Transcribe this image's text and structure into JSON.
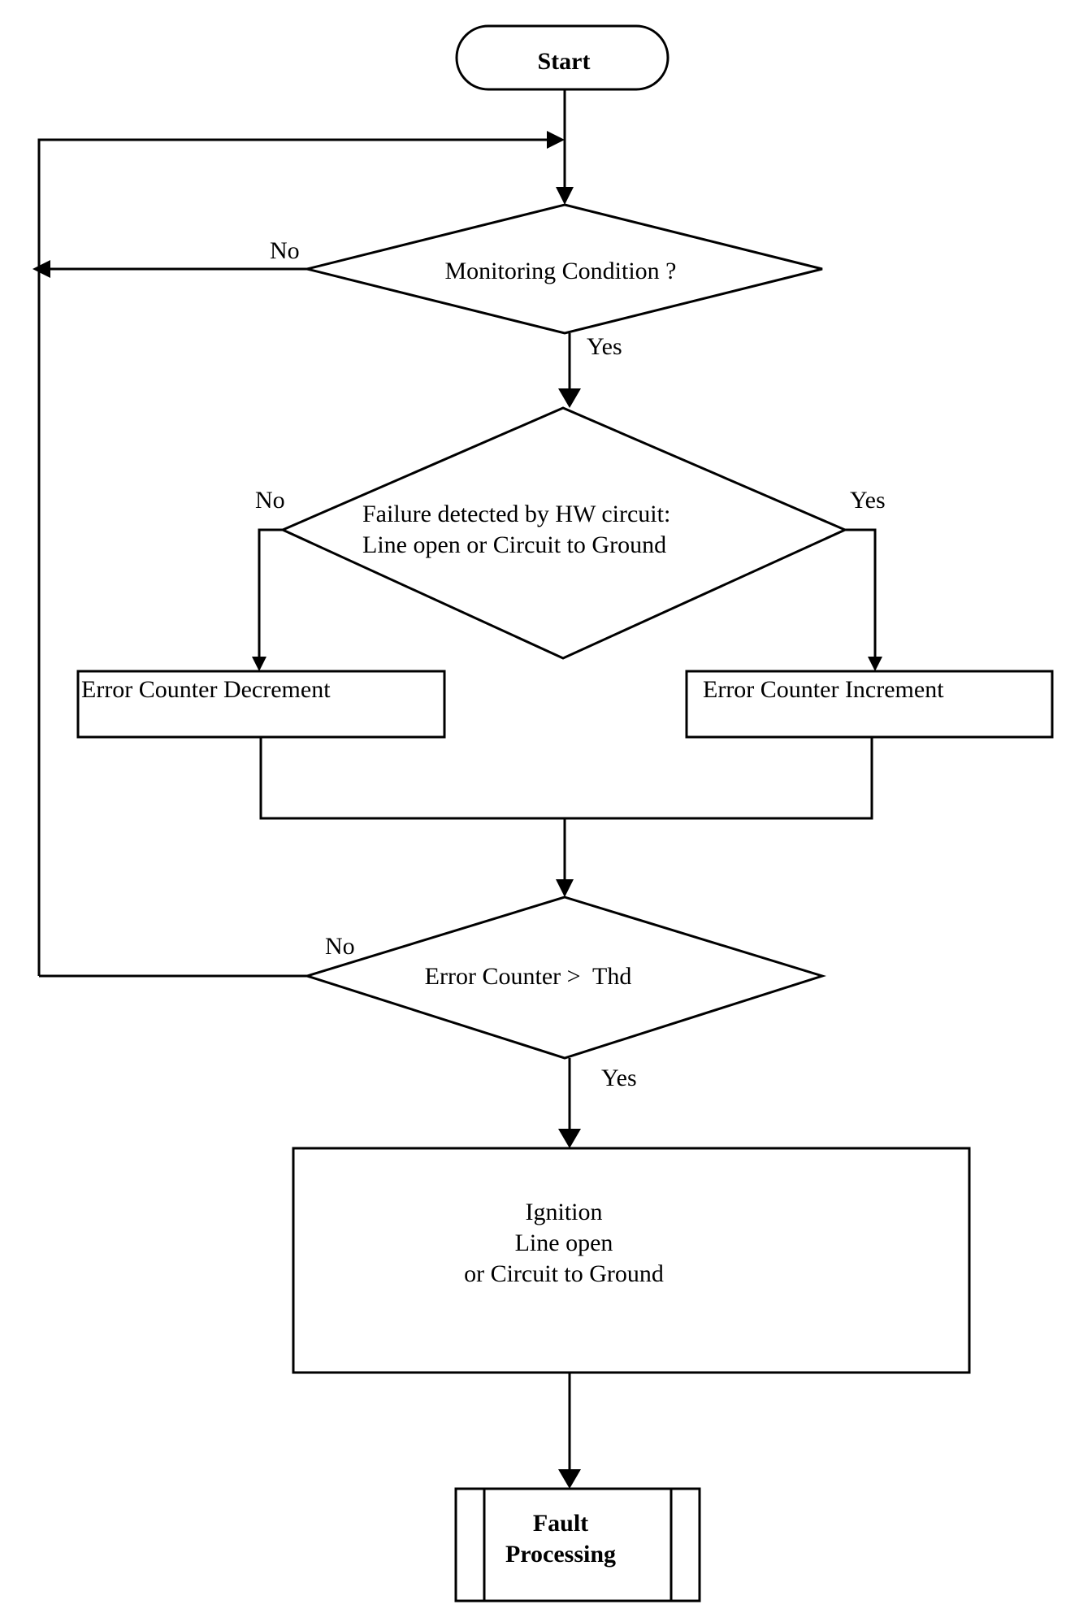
{
  "nodes": {
    "start": {
      "label": "Start"
    },
    "monitoring": {
      "label": "Monitoring Condition ?"
    },
    "failure": {
      "line1": "Failure detected by HW circuit:",
      "line2": "Line open or Circuit to Ground"
    },
    "decrement": {
      "label": "Error Counter Decrement"
    },
    "increment": {
      "label": "Error Counter Increment"
    },
    "threshold": {
      "label": "Error Counter >  Thd"
    },
    "ignition": {
      "line1": "Ignition",
      "line2": "Line open",
      "line3": "or Circuit to Ground"
    },
    "fault": {
      "line1": "Fault",
      "line2": "Processing"
    }
  },
  "edge_labels": {
    "monitoring_no": "No",
    "monitoring_yes": "Yes",
    "failure_no": "No",
    "failure_yes": "Yes",
    "threshold_no": "No",
    "threshold_yes": "Yes"
  }
}
